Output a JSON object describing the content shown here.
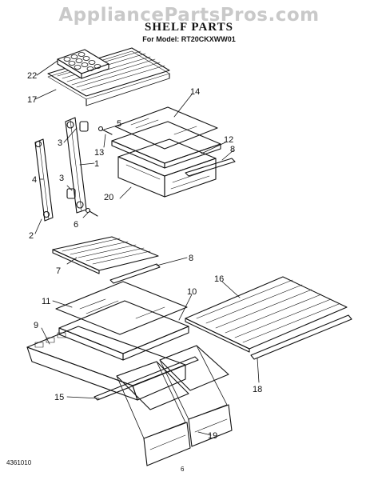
{
  "header": {
    "watermark": "AppliancePartsPros.com",
    "title": "SHELF PARTS",
    "model_line": "For Model: RT20CKXWW01"
  },
  "footer": {
    "doc_number": "4361010",
    "page_number": "6"
  },
  "callouts": {
    "c22": "22",
    "c17": "17",
    "c14": "14",
    "c5": "5",
    "c3a": "3",
    "c13": "13",
    "c12": "12",
    "c8a": "8",
    "c1": "1",
    "c4": "4",
    "c3b": "3",
    "c20": "20",
    "c6": "6",
    "c2": "2",
    "c7": "7",
    "c8b": "8",
    "c11": "11",
    "c10": "10",
    "c16": "16",
    "c9": "9",
    "c18": "18",
    "c15": "15",
    "c19": "19"
  }
}
